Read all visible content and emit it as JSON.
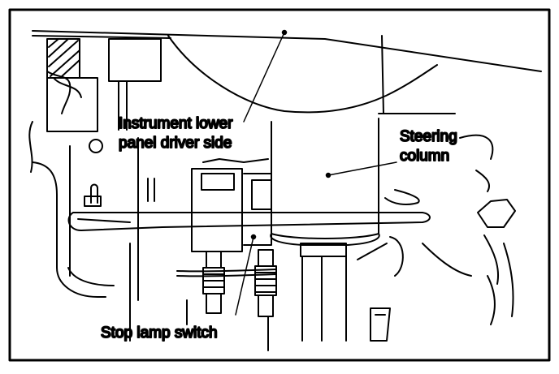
{
  "labels": {
    "instrument_panel_line1": "Instrument lower",
    "instrument_panel_line2": "panel driver side",
    "steering_line1": "Steering",
    "steering_line2": "column",
    "stop_lamp_switch": "Stop lamp switch"
  },
  "colors": {
    "ink": "#000000",
    "paper": "#ffffff"
  }
}
